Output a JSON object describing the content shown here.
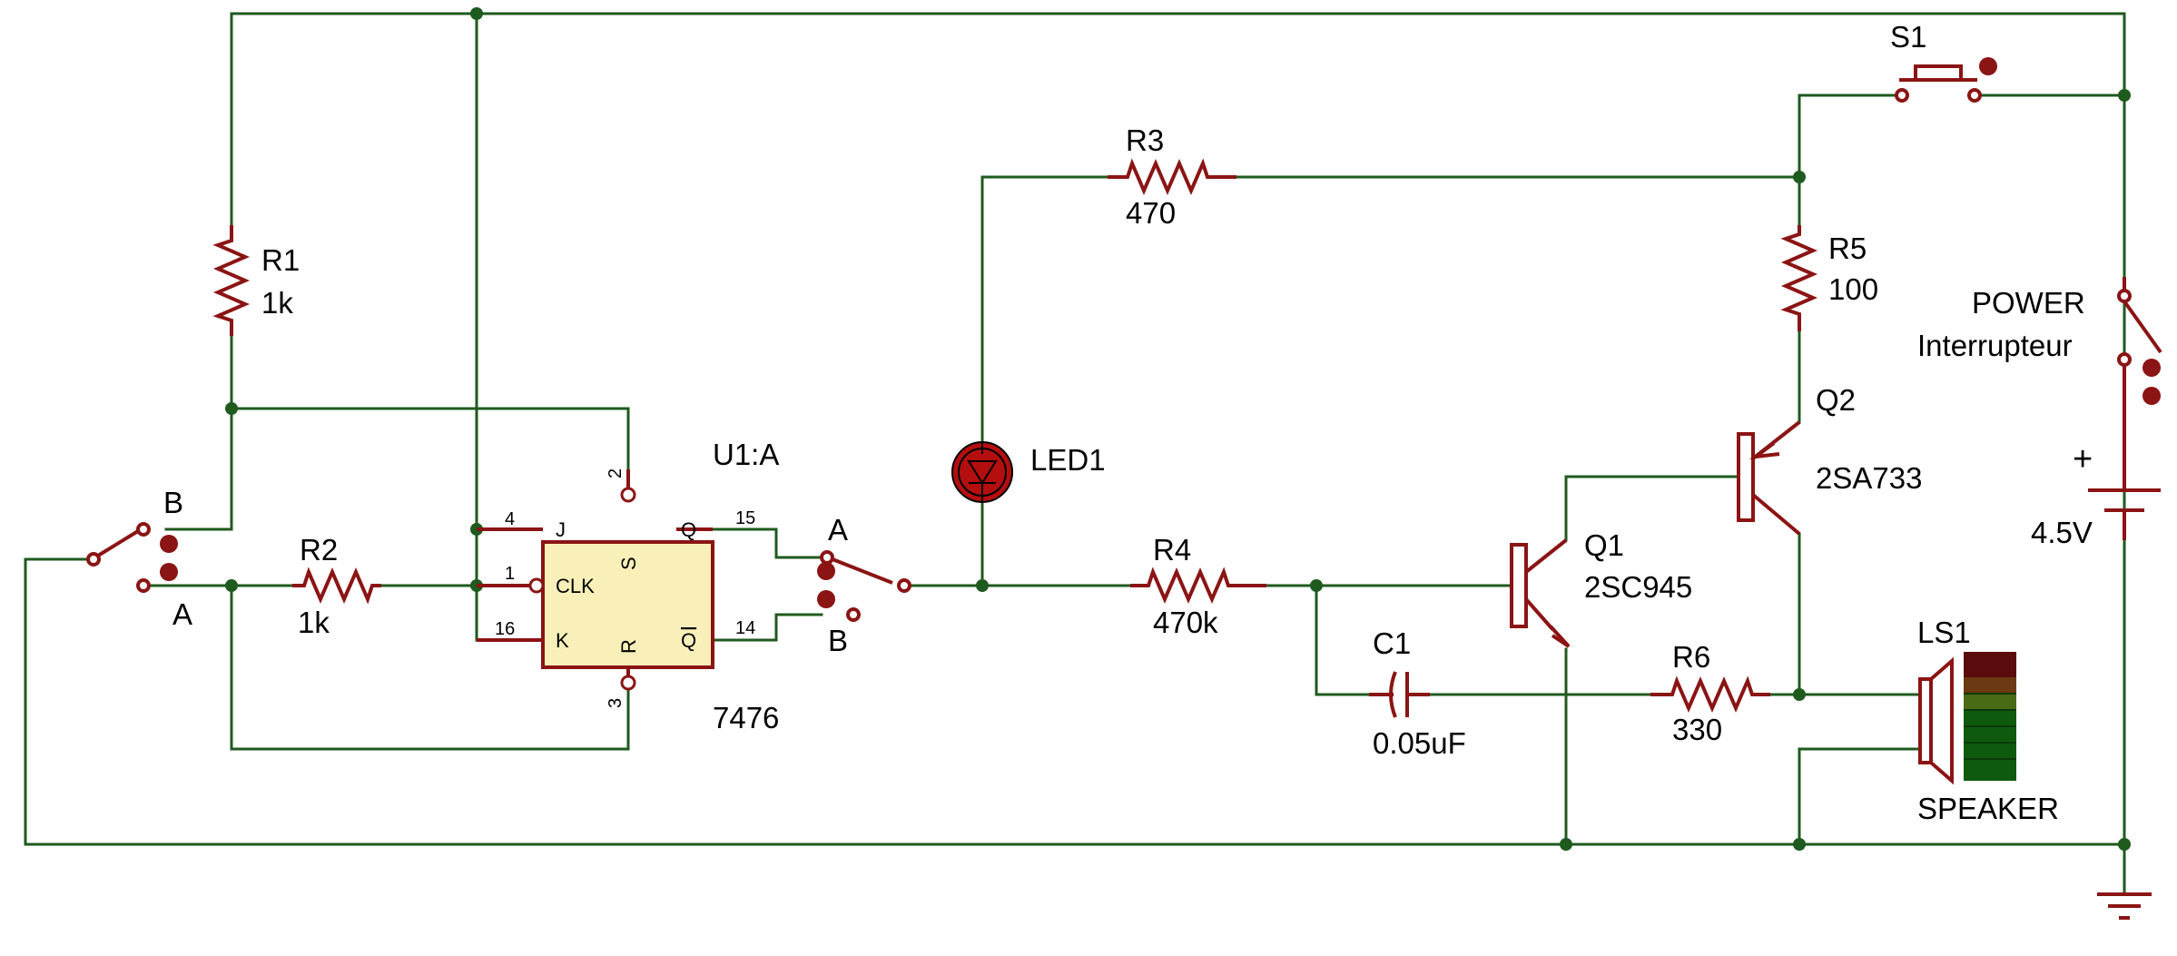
{
  "colors": {
    "wire": "#1f5a1f",
    "component": "#8b1414",
    "ic_fill": "#f8f0b8",
    "led_fill": "#b40f0f",
    "text": "#000000"
  },
  "labels": {
    "s1": "S1",
    "r1": {
      "ref": "R1",
      "value": "1k"
    },
    "r2": {
      "ref": "R2",
      "value": "1k"
    },
    "r3": {
      "ref": "R3",
      "value": "470"
    },
    "r4": {
      "ref": "R4",
      "value": "470k"
    },
    "r5": {
      "ref": "R5",
      "value": "100"
    },
    "r6": {
      "ref": "R6",
      "value": "330"
    },
    "c1": {
      "ref": "C1",
      "value": "0.05uF"
    },
    "u1": {
      "ref": "U1:A",
      "part": "7476"
    },
    "led1": "LED1",
    "q1": {
      "ref": "Q1",
      "part": "2SC945"
    },
    "q2": {
      "ref": "Q2",
      "part": "2SA733"
    },
    "ls1": {
      "ref": "LS1",
      "name": "SPEAKER"
    },
    "power": {
      "name": "POWER",
      "type": "Interrupteur"
    },
    "battery": {
      "voltage": "4.5V",
      "polarity": "+"
    },
    "switch_left": {
      "b": "B",
      "a": "A"
    },
    "switch_mid": {
      "a": "A",
      "b": "B"
    }
  },
  "ic": {
    "pin_names": {
      "j": "J",
      "clk": "CLK",
      "k": "K",
      "s": "S",
      "r": "R",
      "q": "Q",
      "qbar": "Q"
    },
    "pin_numbers": {
      "j": "4",
      "clk": "1",
      "k": "16",
      "s": "2",
      "r": "3",
      "q": "15",
      "qbar": "14"
    }
  }
}
